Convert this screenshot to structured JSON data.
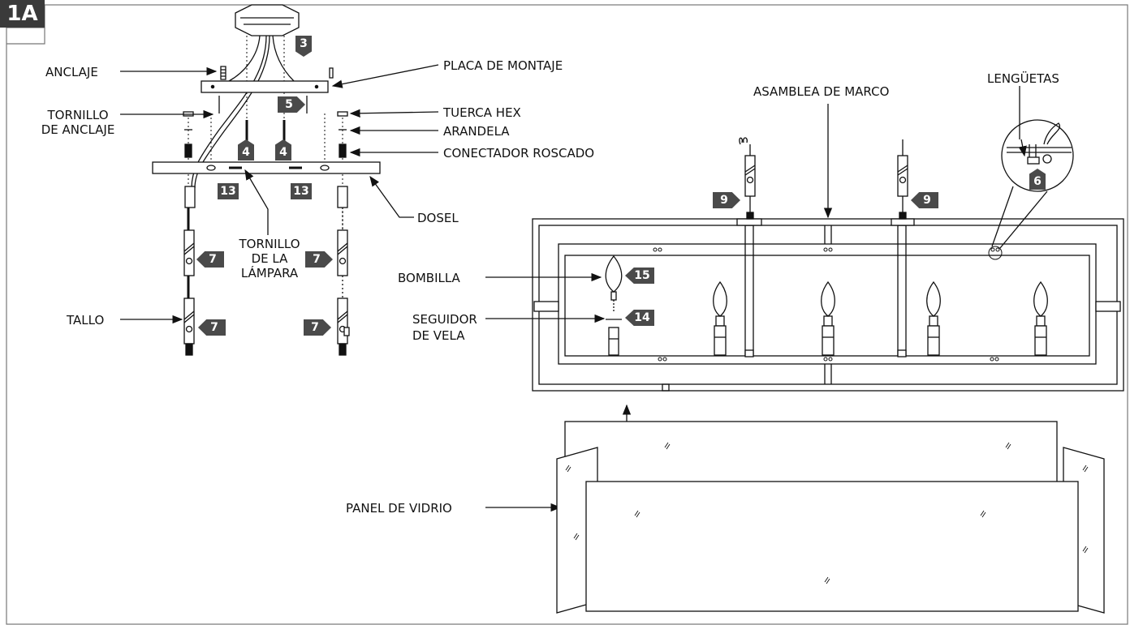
{
  "step": "1A",
  "labels": {
    "anclaje": "ANCLAJE",
    "tornillo_de_anclaje": [
      "TORNILLO",
      "DE ANCLAJE"
    ],
    "placa_de_montaje": "PLACA DE MONTAJE",
    "tuerca_hex": "TUERCA HEX",
    "arandela": "ARANDELA",
    "conectador_roscado": "CONECTADOR ROSCADO",
    "dosel": "DOSEL",
    "tornillo_de_la_lampara": [
      "TORNILLO",
      "DE LA",
      "LÁMPARA"
    ],
    "tallo": "TALLO",
    "asamblea_de_marco": "ASAMBLEA DE MARCO",
    "lenguetas": "LENGÜETAS",
    "bombilla": "BOMBILLA",
    "seguidor_de_vela": [
      "SEGUIDOR",
      "DE VELA"
    ],
    "panel_de_vidrio": "PANEL DE VIDRIO"
  },
  "badges": {
    "b3": "3",
    "b5": "5",
    "b4a": "4",
    "b4b": "4",
    "b13a": "13",
    "b13b": "13",
    "b7a": "7",
    "b7b": "7",
    "b7c": "7",
    "b7d": "7",
    "b9a": "9",
    "b9b": "9",
    "b6": "6",
    "b15": "15",
    "b14": "14"
  },
  "colors": {
    "line": "#111111",
    "badge": "#4a4a4a",
    "step_tag": "#3a3a3a",
    "border": "#777777"
  }
}
